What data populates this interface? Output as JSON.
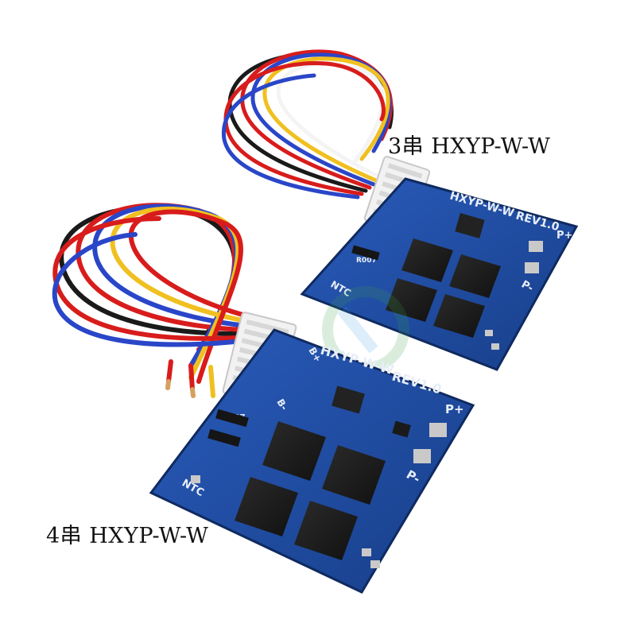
{
  "captions": {
    "three_series": "3串 HXYP-W-W",
    "four_series": "4串 HXYP-W-W"
  },
  "board_silkscreen": {
    "model": "HXYP-W-W",
    "revision": "REV1.0",
    "ntc": "NTC",
    "p_plus": "P+",
    "p_minus": "P-",
    "b_plus": "B+",
    "b_minus": "B-",
    "resistor_code": "R007"
  },
  "colors": {
    "pcb_blue": "#1f4fa8",
    "pcb_dark": "#173a80",
    "mosfet": "#1b1b1b",
    "connector": "#f2f2f2",
    "wire_colors": [
      "#d81c1c",
      "#1a1a1a",
      "#2a46c8",
      "#f0c020",
      "#f4f4f4"
    ]
  }
}
